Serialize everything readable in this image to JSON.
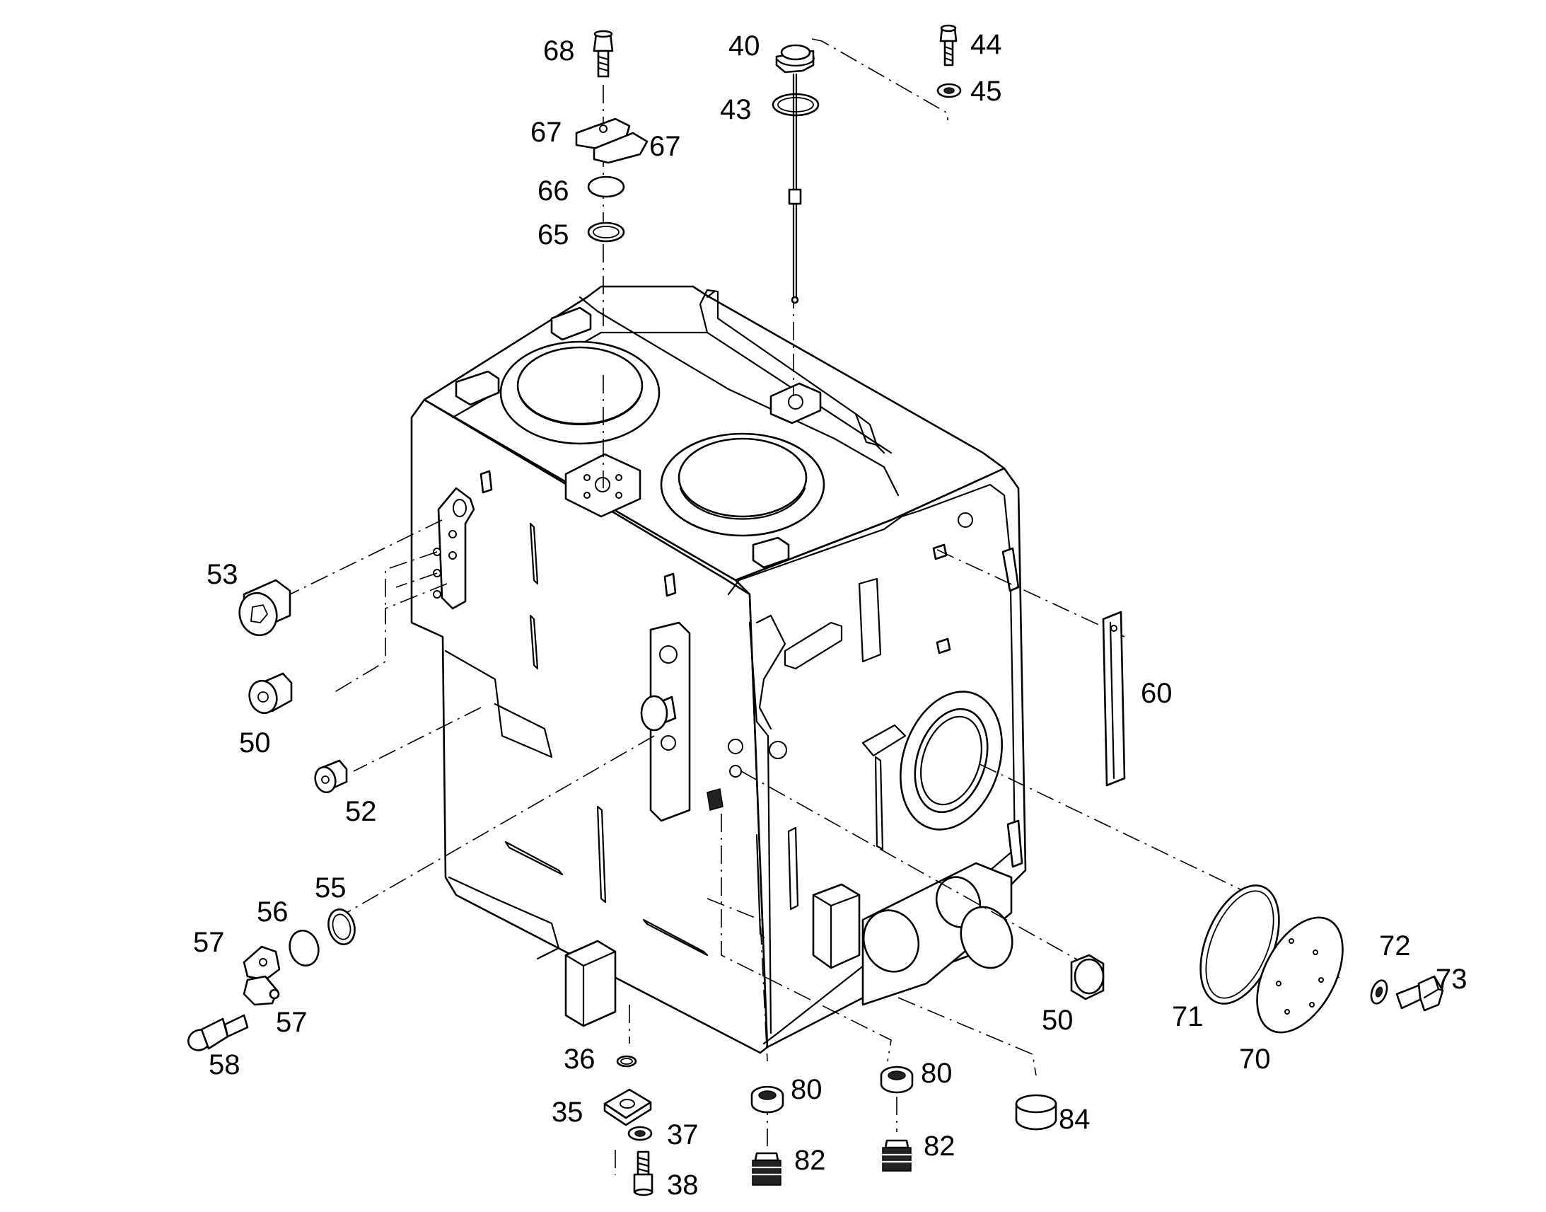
{
  "diagram": {
    "part_labels": {
      "p68": "68",
      "p40": "40",
      "p44": "44",
      "p45": "45",
      "p43": "43",
      "p67a": "67",
      "p67b": "67",
      "p66": "66",
      "p65": "65",
      "p53": "53",
      "p50a": "50",
      "p52": "52",
      "p60": "60",
      "p55": "55",
      "p56": "56",
      "p57a": "57",
      "p57b": "57",
      "p58": "58",
      "p36": "36",
      "p35": "35",
      "p37": "37",
      "p38": "38",
      "p80a": "80",
      "p80b": "80",
      "p82a": "82",
      "p82b": "82",
      "p84": "84",
      "p50b": "50",
      "p71": "71",
      "p70": "70",
      "p72": "72",
      "p73": "73"
    }
  }
}
